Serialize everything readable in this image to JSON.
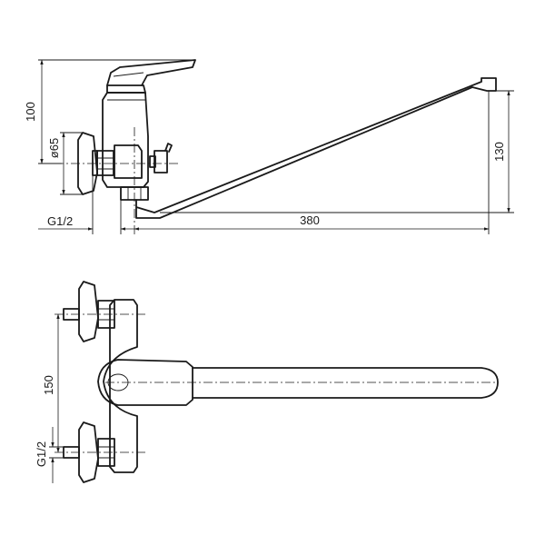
{
  "side_view": {
    "dim_height_lever": "100",
    "dim_diameter_flange": "ø65",
    "dim_thread": "G1/2",
    "dim_spout_length": "380",
    "dim_spout_height": "130"
  },
  "top_view": {
    "dim_inlet_spacing": "150",
    "dim_thread": "G1/2"
  }
}
